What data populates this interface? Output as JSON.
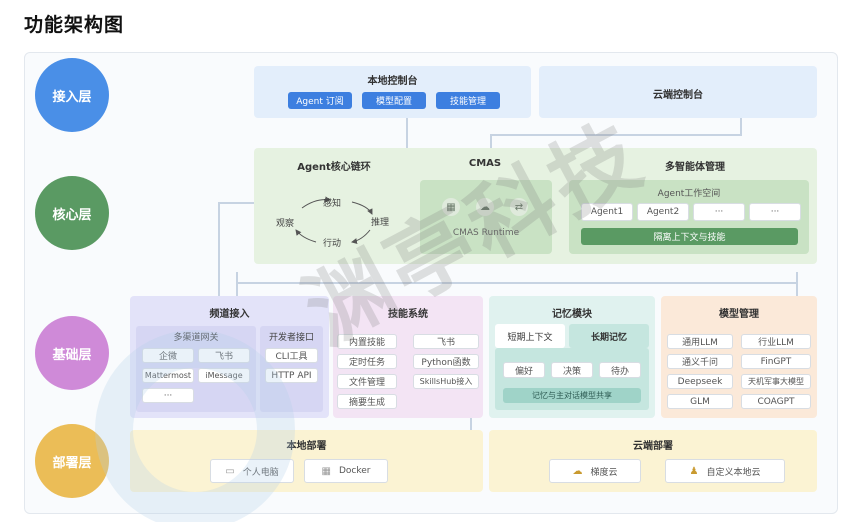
{
  "title": "功能架构图",
  "watermark": "渊亭科技",
  "layers": [
    "接入层",
    "核心层",
    "基础层",
    "部署层"
  ],
  "access": {
    "local_console": {
      "title": "本地控制台",
      "items": [
        "Agent 订阅",
        "模型配置",
        "技能管理"
      ]
    },
    "cloud_console": {
      "title": "云端控制台"
    }
  },
  "core": {
    "agent_loop": {
      "title": "Agent核心链环",
      "steps": [
        "感知",
        "推理",
        "行动",
        "观察"
      ]
    },
    "cmas": {
      "title": "CMAS",
      "runtime": "CMAS Runtime"
    },
    "multi_agent": {
      "title": "多智能体管理",
      "workspace": {
        "title": "Agent工作空间",
        "items": [
          "Agent1",
          "Agent2",
          "···",
          "···"
        ],
        "isolation": "隔离上下文与技能"
      }
    }
  },
  "base": {
    "channel": {
      "title": "频道接入",
      "gateway": {
        "title": "多渠道网关",
        "items": [
          "企微",
          "飞书",
          "Mattermost",
          "iMessage",
          "···"
        ]
      },
      "dev": {
        "title": "开发者接口",
        "items": [
          "CLI工具",
          "HTTP API"
        ]
      }
    },
    "skills": {
      "title": "技能系统",
      "left": [
        "内置技能",
        "定时任务",
        "文件管理",
        "摘要生成"
      ],
      "right": [
        "飞书",
        "Python函数",
        "SkillsHub接入"
      ]
    },
    "memory": {
      "title": "记忆模块",
      "tabs": [
        "短期上下文",
        "长期记忆"
      ],
      "items": [
        "偏好",
        "决策",
        "待办"
      ],
      "shared": "记忆与主对话模型共享"
    },
    "models": {
      "title": "模型管理",
      "left": [
        "通用LLM",
        "通义千问",
        "Deepseek",
        "GLM"
      ],
      "right": [
        "行业LLM",
        "FinGPT",
        "天机军事大模型",
        "COAGPT"
      ]
    }
  },
  "deploy": {
    "local": {
      "title": "本地部署",
      "items": [
        "个人电脑",
        "Docker"
      ]
    },
    "cloud": {
      "title": "云端部署",
      "items": [
        "梯度云",
        "自定义本地云"
      ]
    }
  },
  "colors": {
    "access": "#4a8fe7",
    "core": "#5a9a63",
    "base": "#cf8ad8",
    "deploy": "#ebbd57",
    "access_bg": "#e3eefb",
    "core_bg": "#e6f2e1",
    "channel_bg": "#e3e3f9",
    "skills_bg": "#f3e4f4",
    "memory_bg": "#e0f2ef",
    "models_bg": "#fbe9d9",
    "deploy_bg": "#fbf3d3",
    "accent_blue": "#3d7fe0"
  }
}
